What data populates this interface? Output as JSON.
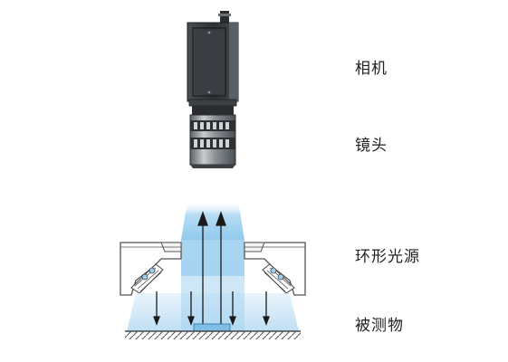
{
  "labels": {
    "camera": "相机",
    "lens": "镜头",
    "ring_light": "环形光源",
    "object": "被测物"
  },
  "colors": {
    "camera_body": "#35383c",
    "camera_side": "#55595e",
    "lens_metal": "#7c8287",
    "lens_dark": "#26282b",
    "light_beam": "#9ccfee",
    "light_fill": "#cfe8f7",
    "housing_line": "#555555",
    "arrow": "#1a1a1a",
    "text": "#222222"
  }
}
